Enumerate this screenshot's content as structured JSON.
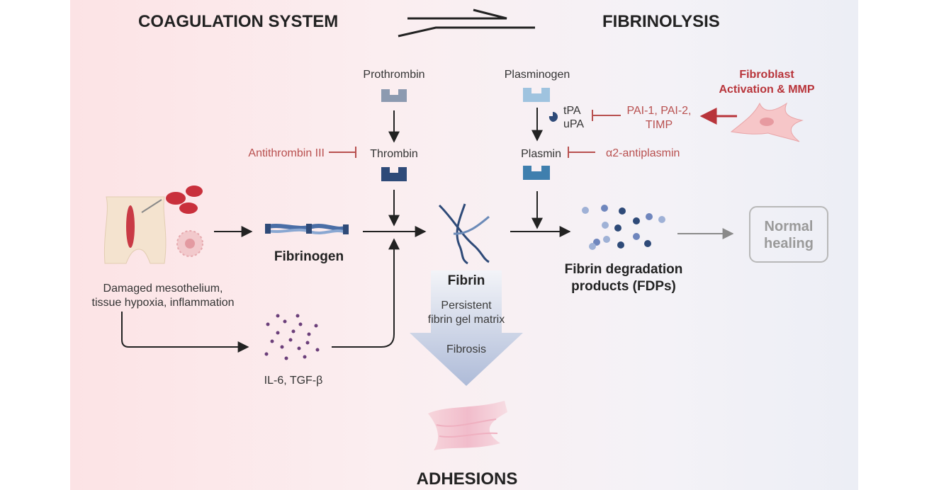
{
  "header": {
    "left": "COAGULATION SYSTEM",
    "right": "FIBRINOLYSIS"
  },
  "coagulation": {
    "prothrombin": "Prothrombin",
    "thrombin": "Thrombin",
    "antithrombin": "Antithrombin III"
  },
  "fibrinolysis": {
    "plasminogen": "Plasminogen",
    "plasmin": "Plasmin",
    "activators": [
      "tPA",
      "uPA"
    ],
    "inhibitors": [
      "PAI-1, PAI-2,",
      "TIMP"
    ],
    "antiplasmin": "α2-antiplasmin",
    "fibroblast": [
      "Fibroblast",
      "Activation & MMP"
    ]
  },
  "injury": [
    "Damaged mesothelium,",
    "tissue hypoxia, inflammation"
  ],
  "fibrinogen": "Fibrinogen",
  "cytokines": "IL-6, TGF-β",
  "fibrin": {
    "label": "Fibrin",
    "matrix": [
      "Persistent",
      "fibrin gel matrix"
    ],
    "fibrosis": "Fibrosis"
  },
  "fdp": [
    "Fibrin degradation",
    "products (FDPs)"
  ],
  "outcome": [
    "Normal",
    "healing"
  ],
  "result": "ADHESIONS",
  "colors": {
    "inhibit": "#b8504f",
    "fibroblast": "#b8343a",
    "receptor_dark": "#2e4a78",
    "receptor_light": "#9fc3df",
    "receptor_mid": "#3f7fae",
    "receptor_grey": "#8c9ab0"
  }
}
